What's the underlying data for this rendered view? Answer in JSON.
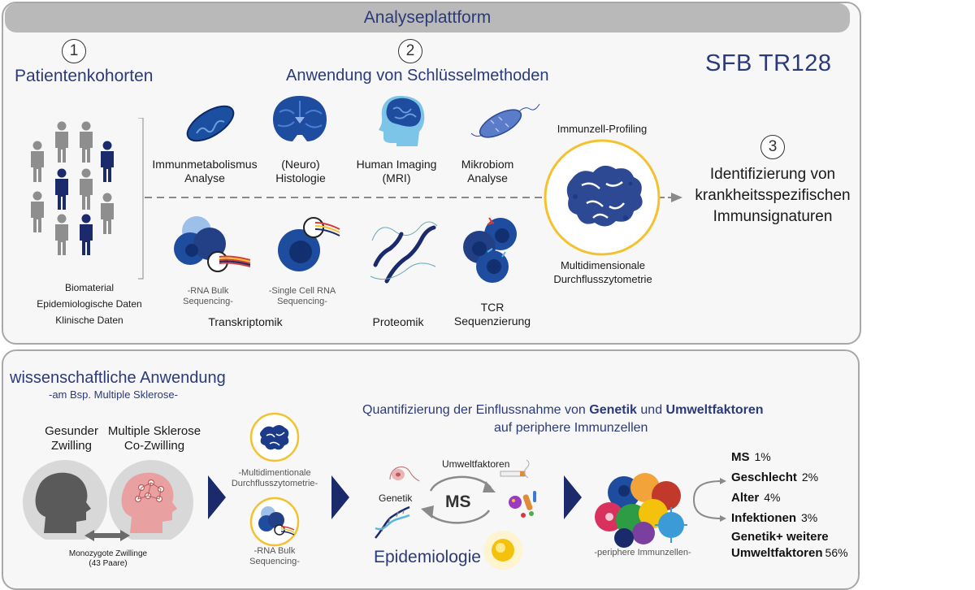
{
  "banner": "Analyseplattform",
  "top": {
    "step1": {
      "num": "1",
      "title": "Patientenkohorten",
      "lines": [
        "Biomaterial",
        "Epidemiologische Daten",
        "Klinische Daten"
      ]
    },
    "step2": {
      "num": "2",
      "title": "Anwendung von Schlüsselmethoden"
    },
    "step3": {
      "num": "3",
      "lines": [
        "Identifizierung von",
        "krankheitsspezifischen",
        "Immunsignaturen"
      ]
    },
    "sfb": "SFB TR128",
    "methods": [
      {
        "l1": "Immunmetabolismus",
        "l2": "Analyse"
      },
      {
        "l1": "(Neuro)",
        "l2": "Histologie"
      },
      {
        "l1": "Human Imaging",
        "l2": "(MRI)"
      },
      {
        "l1": "Mikrobiom",
        "l2": "Analyse"
      }
    ],
    "rna_bulk": [
      "-RNA Bulk",
      "Sequencing-"
    ],
    "single_cell": [
      "-Single Cell RNA",
      "Sequencing-"
    ],
    "transkriptomik": "Transkriptomik",
    "proteomik": "Proteomik",
    "tcr": [
      "TCR",
      "Sequenzierung"
    ],
    "profiling_title": "Immunzell-Profiling",
    "profiling_sub": [
      "Multidimensionale",
      "Durchflusszytometrie"
    ]
  },
  "bottom": {
    "title": "wissenschaftliche Anwendung",
    "subtitle": "-am Bsp. Multiple Sklerose-",
    "healthy": [
      "Gesunder",
      "Zwilling"
    ],
    "ms_twin": [
      "Multiple Sklerose",
      "Co-Zwilling"
    ],
    "twins": [
      "Monozygote Zwillinge",
      "(43 Paare)"
    ],
    "multi": [
      "-Multidimentionale",
      "Durchflusszytometrie-"
    ],
    "rna": [
      "-RNA Bulk",
      "Sequencing-"
    ],
    "quant1_a": "Quantifizierung der Einflussnahme von ",
    "quant1_b": "Genetik",
    "quant1_c": " und ",
    "quant1_d": "Umweltfaktoren",
    "quant2": "auf periphere Immunzellen",
    "umwelt": "Umweltfaktoren",
    "genetik": "Genetik",
    "ms": "MS",
    "epi": "Epidemiologie",
    "periph": "-periphere Immunzellen-",
    "factors": [
      {
        "name": "MS",
        "pct": "1%"
      },
      {
        "name": "Geschlecht",
        "pct": "2%"
      },
      {
        "name": "Alter",
        "pct": "4%"
      },
      {
        "name": "Infektionen",
        "pct": "3%"
      },
      {
        "name": "Genetik+ weitere",
        "pct": ""
      },
      {
        "name": "Umweltfaktoren",
        "pct": "56%"
      }
    ]
  },
  "colors": {
    "navy": "#1b2a6b",
    "blue": "#2a55a8",
    "gold": "#f2c230",
    "grey": "#8e8e8e"
  }
}
